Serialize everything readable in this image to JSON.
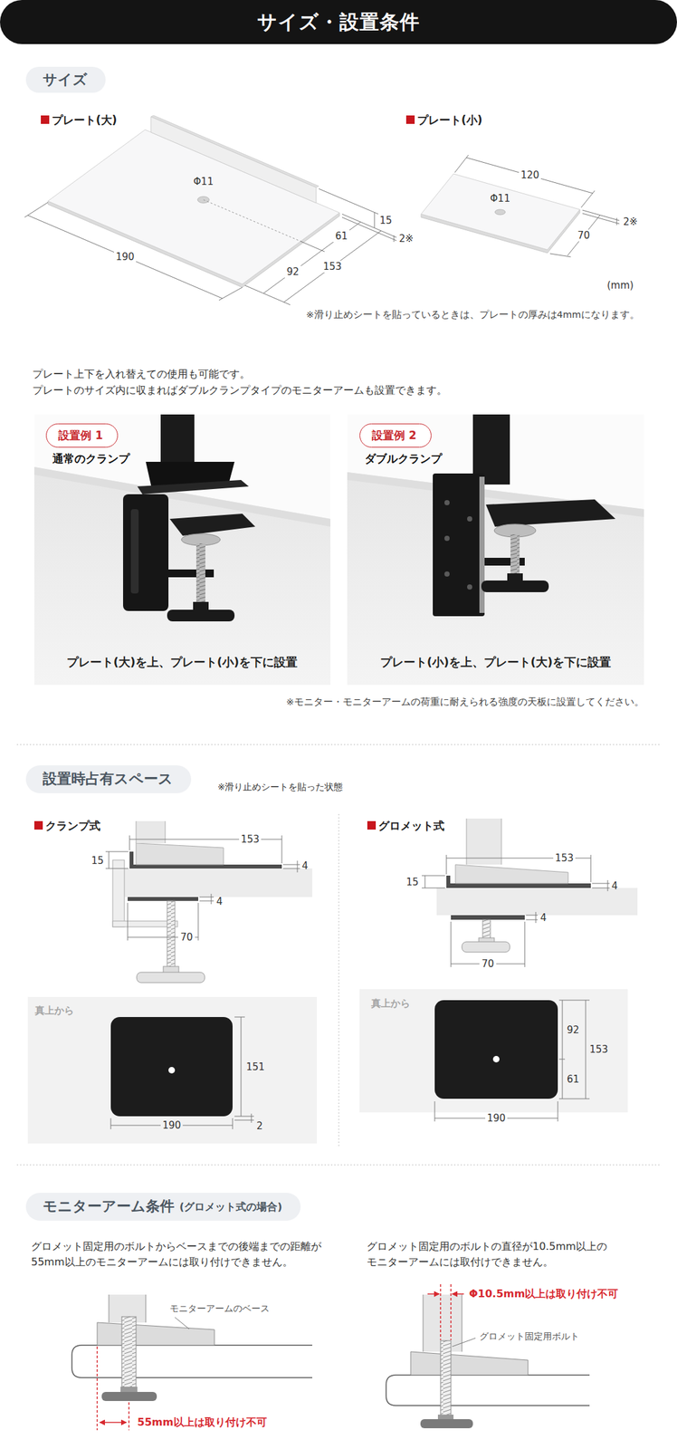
{
  "diagram": {
    "title": "サイズ・設置条件",
    "nodes": [
      {
        "text": [
          "サイズ"
        ]
      },
      {
        "text": [
          "通常のクランプ",
          "プレート(大)を上、プレート(小)を下に設置"
        ]
      },
      {
        "text": [
          "設置例 1"
        ],
        "in": 1
      },
      {
        "text": [
          "ダブルクランプ",
          "プレート(小)を上、プレート(大)を下に設置"
        ]
      },
      {
        "text": [
          "設置例 2"
        ],
        "in": 3
      },
      {
        "text": [
          "設置時占有スペース"
        ]
      },
      {
        "text": [
          "真上から"
        ]
      },
      {
        "text": [
          "真上から"
        ]
      },
      {
        "text": [
          "モニターアーム条件",
          "(グロメット式の場合)"
        ]
      }
    ],
    "labels": [
      "プレート(大)",
      "Φ11",
      "15",
      "2※",
      "61",
      "190",
      "92",
      "153",
      "プレート(小)",
      "120",
      "Φ11",
      "2※",
      "70",
      "(mm)",
      "※滑り止めシートを貼っているときは、プレートの厚みは4mmになります。",
      "プレート上下を入れ替えての使用も可能です。",
      "プレートのサイズ内に収まればダブルクランプタイプのモニターアームも設置できます。",
      "※モニター・モニターアームの荷重に耐えられる強度の天板に設置してください。",
      "※滑り止めシートを貼った状態",
      "クランプ式",
      "153",
      "15",
      "4",
      "4",
      "70",
      "151",
      "190",
      "2",
      "グロメット式",
      "153",
      "15",
      "4",
      "4",
      "70",
      "92",
      "153",
      "61",
      "190",
      "グロメット固定用のボルトからベースまでの後端までの距離が 55mm以上のモニターアームには取り付けできません。",
      "グロメット固定用のボルトの直径が10.5mm以上の モニターアームには取付けできません。",
      "モニターアームのベース",
      "55mm以上は取り付け不可",
      "Φ10.5mm以上は取り付け不可",
      "グロメット固定用ボルト"
    ]
  }
}
